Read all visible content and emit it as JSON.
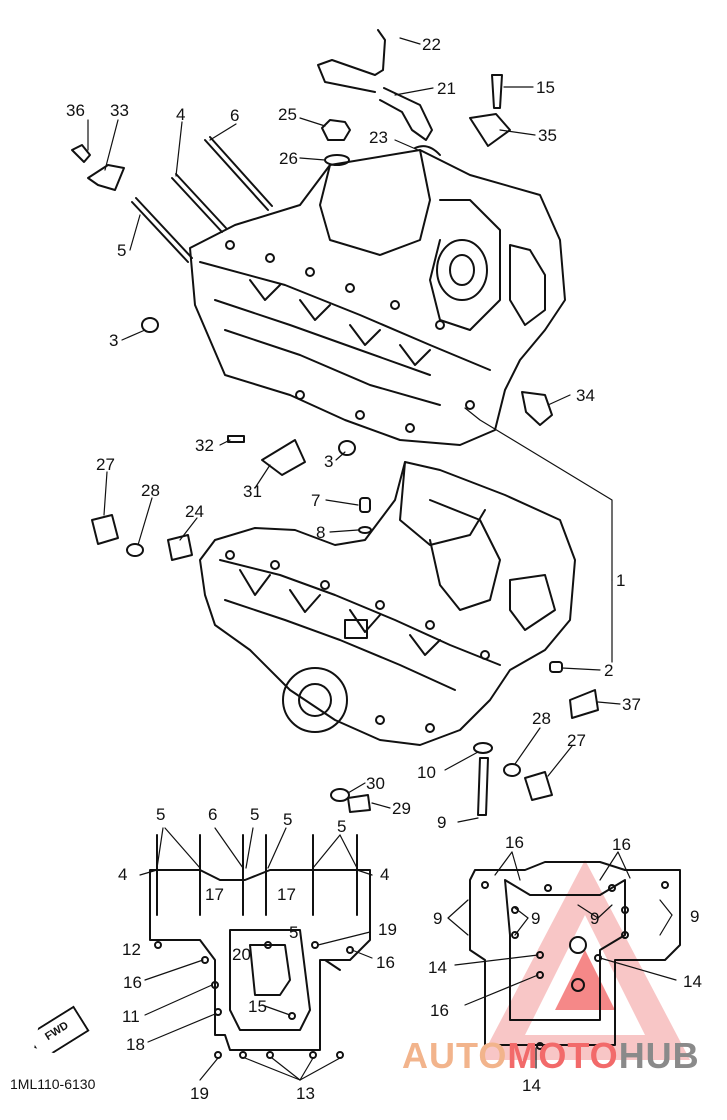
{
  "diagram": {
    "code": "1ML110-6130",
    "forward_label": "FWD",
    "watermark": {
      "part_a": "AUTO",
      "part_b": "MOTO",
      "part_c": "HUB"
    },
    "callouts": [
      {
        "id": "c22",
        "text": "22"
      },
      {
        "id": "c21",
        "text": "21"
      },
      {
        "id": "c15",
        "text": "15"
      },
      {
        "id": "c36",
        "text": "36"
      },
      {
        "id": "c33",
        "text": "33"
      },
      {
        "id": "c4a",
        "text": "4"
      },
      {
        "id": "c6a",
        "text": "6"
      },
      {
        "id": "c25",
        "text": "25"
      },
      {
        "id": "c23",
        "text": "23"
      },
      {
        "id": "c35",
        "text": "35"
      },
      {
        "id": "c26",
        "text": "26"
      },
      {
        "id": "c5a",
        "text": "5"
      },
      {
        "id": "c3a",
        "text": "3"
      },
      {
        "id": "c34",
        "text": "34"
      },
      {
        "id": "c32",
        "text": "32"
      },
      {
        "id": "c3b",
        "text": "3"
      },
      {
        "id": "c27a",
        "text": "27"
      },
      {
        "id": "c28a",
        "text": "28"
      },
      {
        "id": "c24",
        "text": "24"
      },
      {
        "id": "c31",
        "text": "31"
      },
      {
        "id": "c7",
        "text": "7"
      },
      {
        "id": "c8",
        "text": "8"
      },
      {
        "id": "c1",
        "text": "1"
      },
      {
        "id": "c2",
        "text": "2"
      },
      {
        "id": "c37",
        "text": "37"
      },
      {
        "id": "c28b",
        "text": "28"
      },
      {
        "id": "c27b",
        "text": "27"
      },
      {
        "id": "c10",
        "text": "10"
      },
      {
        "id": "c30",
        "text": "30"
      },
      {
        "id": "c29",
        "text": "29"
      },
      {
        "id": "c9a",
        "text": "9"
      },
      {
        "id": "c5b",
        "text": "5"
      },
      {
        "id": "c6b",
        "text": "6"
      },
      {
        "id": "c5c",
        "text": "5"
      },
      {
        "id": "c5d",
        "text": "5"
      },
      {
        "id": "c5e",
        "text": "5"
      },
      {
        "id": "c4b",
        "text": "4"
      },
      {
        "id": "c4c",
        "text": "4"
      },
      {
        "id": "c17a",
        "text": "17"
      },
      {
        "id": "c17b",
        "text": "17"
      },
      {
        "id": "c5f",
        "text": "5"
      },
      {
        "id": "c19a",
        "text": "19"
      },
      {
        "id": "c12",
        "text": "12"
      },
      {
        "id": "c20",
        "text": "20"
      },
      {
        "id": "c16a",
        "text": "16"
      },
      {
        "id": "c16b",
        "text": "16"
      },
      {
        "id": "c11",
        "text": "11"
      },
      {
        "id": "c15b",
        "text": "15"
      },
      {
        "id": "c18",
        "text": "18"
      },
      {
        "id": "c19b",
        "text": "19"
      },
      {
        "id": "c13",
        "text": "13"
      },
      {
        "id": "c16c",
        "text": "16"
      },
      {
        "id": "c16d",
        "text": "16"
      },
      {
        "id": "c9b",
        "text": "9"
      },
      {
        "id": "c9c",
        "text": "9"
      },
      {
        "id": "c9d",
        "text": "9"
      },
      {
        "id": "c9e",
        "text": "9"
      },
      {
        "id": "c14a",
        "text": "14"
      },
      {
        "id": "c14b",
        "text": "14"
      },
      {
        "id": "c16e",
        "text": "16"
      },
      {
        "id": "c14c",
        "text": "14"
      }
    ]
  }
}
